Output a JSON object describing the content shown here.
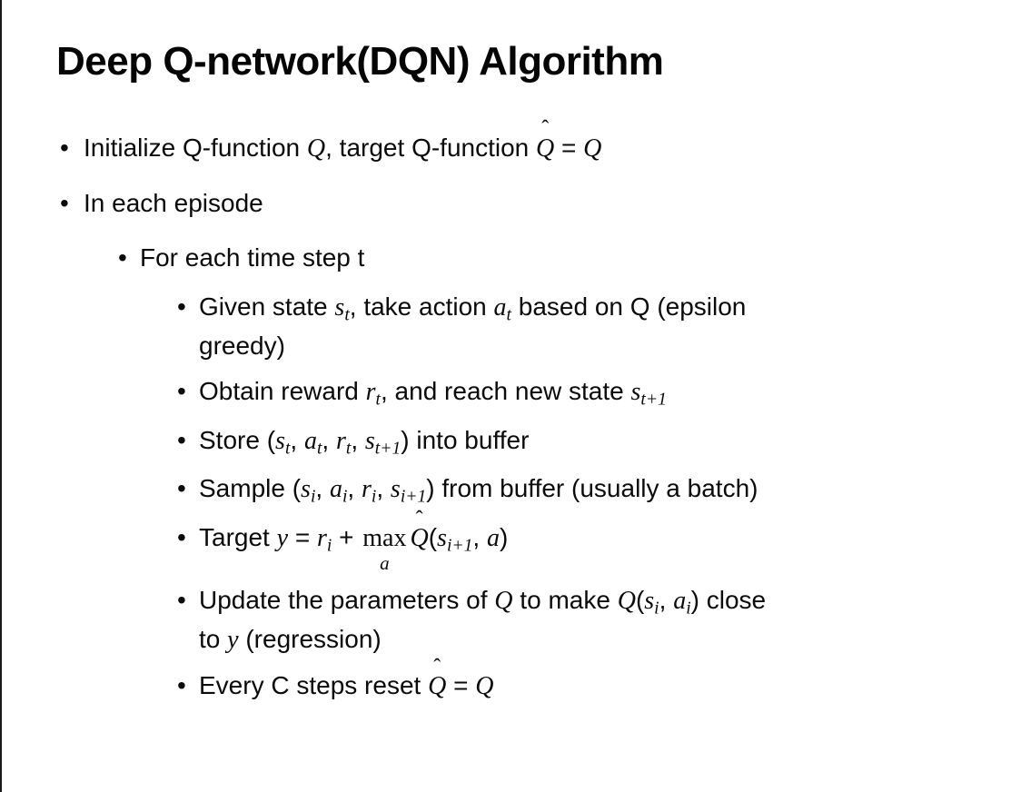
{
  "slide": {
    "title": "Deep Q-network(DQN) Algorithm",
    "marker": "•",
    "hat_char": "ˆ",
    "bullets": [
      {
        "level": 1,
        "runs": [
          {
            "t": "Initialize Q-function "
          },
          {
            "v": "Q"
          },
          {
            "t": ", target Q-function "
          },
          {
            "vhat": "Q"
          },
          {
            "t": " = "
          },
          {
            "v": "Q"
          }
        ]
      },
      {
        "level": 1,
        "runs": [
          {
            "t": "In each episode"
          }
        ]
      },
      {
        "level": 2,
        "runs": [
          {
            "t": "For each time step t"
          }
        ]
      },
      {
        "level": 3,
        "runs": [
          {
            "t": "Given state "
          },
          {
            "v": "s"
          },
          {
            "sub": "t"
          },
          {
            "t": ", take action "
          },
          {
            "v": "a"
          },
          {
            "sub": "t"
          },
          {
            "t": " based on Q (epsilon"
          },
          {
            "br": true
          },
          {
            "t": "greedy)"
          }
        ]
      },
      {
        "level": 3,
        "runs": [
          {
            "t": "Obtain reward "
          },
          {
            "v": "r"
          },
          {
            "sub": "t"
          },
          {
            "t": ", and reach new state "
          },
          {
            "v": "s"
          },
          {
            "sub": "t+1"
          }
        ]
      },
      {
        "level": 3,
        "runs": [
          {
            "t": "Store ("
          },
          {
            "v": "s"
          },
          {
            "sub": "t"
          },
          {
            "t": ", "
          },
          {
            "v": "a"
          },
          {
            "sub": "t"
          },
          {
            "t": ", "
          },
          {
            "v": "r"
          },
          {
            "sub": "t"
          },
          {
            "t": ", "
          },
          {
            "v": "s"
          },
          {
            "sub": "t+1"
          },
          {
            "t": ") into buffer"
          }
        ]
      },
      {
        "level": 3,
        "runs": [
          {
            "t": "Sample ("
          },
          {
            "v": "s"
          },
          {
            "sub": "i"
          },
          {
            "t": ", "
          },
          {
            "v": "a"
          },
          {
            "sub": "i"
          },
          {
            "t": ", "
          },
          {
            "v": "r"
          },
          {
            "sub": "i"
          },
          {
            "t": ", "
          },
          {
            "v": "s"
          },
          {
            "sub": "i+1"
          },
          {
            "t": ") from buffer (usually a batch)"
          }
        ]
      },
      {
        "level": 3,
        "runs": [
          {
            "t": "Target "
          },
          {
            "v": "y"
          },
          {
            "t": " = "
          },
          {
            "v": "r"
          },
          {
            "sub": "i"
          },
          {
            "t": " + "
          },
          {
            "max": {
              "word": "max",
              "under": "a"
            }
          },
          {
            "vhat": "Q"
          },
          {
            "t": "("
          },
          {
            "v": "s"
          },
          {
            "sub": "i+1"
          },
          {
            "t": ", "
          },
          {
            "v": "a"
          },
          {
            "t": ")"
          }
        ]
      },
      {
        "level": 3,
        "runs": [
          {
            "t": "Update the parameters of "
          },
          {
            "v": "Q"
          },
          {
            "t": " to make "
          },
          {
            "v": "Q"
          },
          {
            "t": "("
          },
          {
            "v": "s"
          },
          {
            "sub": "i"
          },
          {
            "t": ", "
          },
          {
            "v": "a"
          },
          {
            "sub": "i"
          },
          {
            "t": ") close"
          },
          {
            "br": true
          },
          {
            "t": "to "
          },
          {
            "v": "y"
          },
          {
            "t": " (regression)"
          }
        ]
      },
      {
        "level": 3,
        "runs": [
          {
            "t": "Every C steps reset "
          },
          {
            "vhat": "Q"
          },
          {
            "t": " = "
          },
          {
            "v": "Q"
          }
        ]
      }
    ]
  }
}
